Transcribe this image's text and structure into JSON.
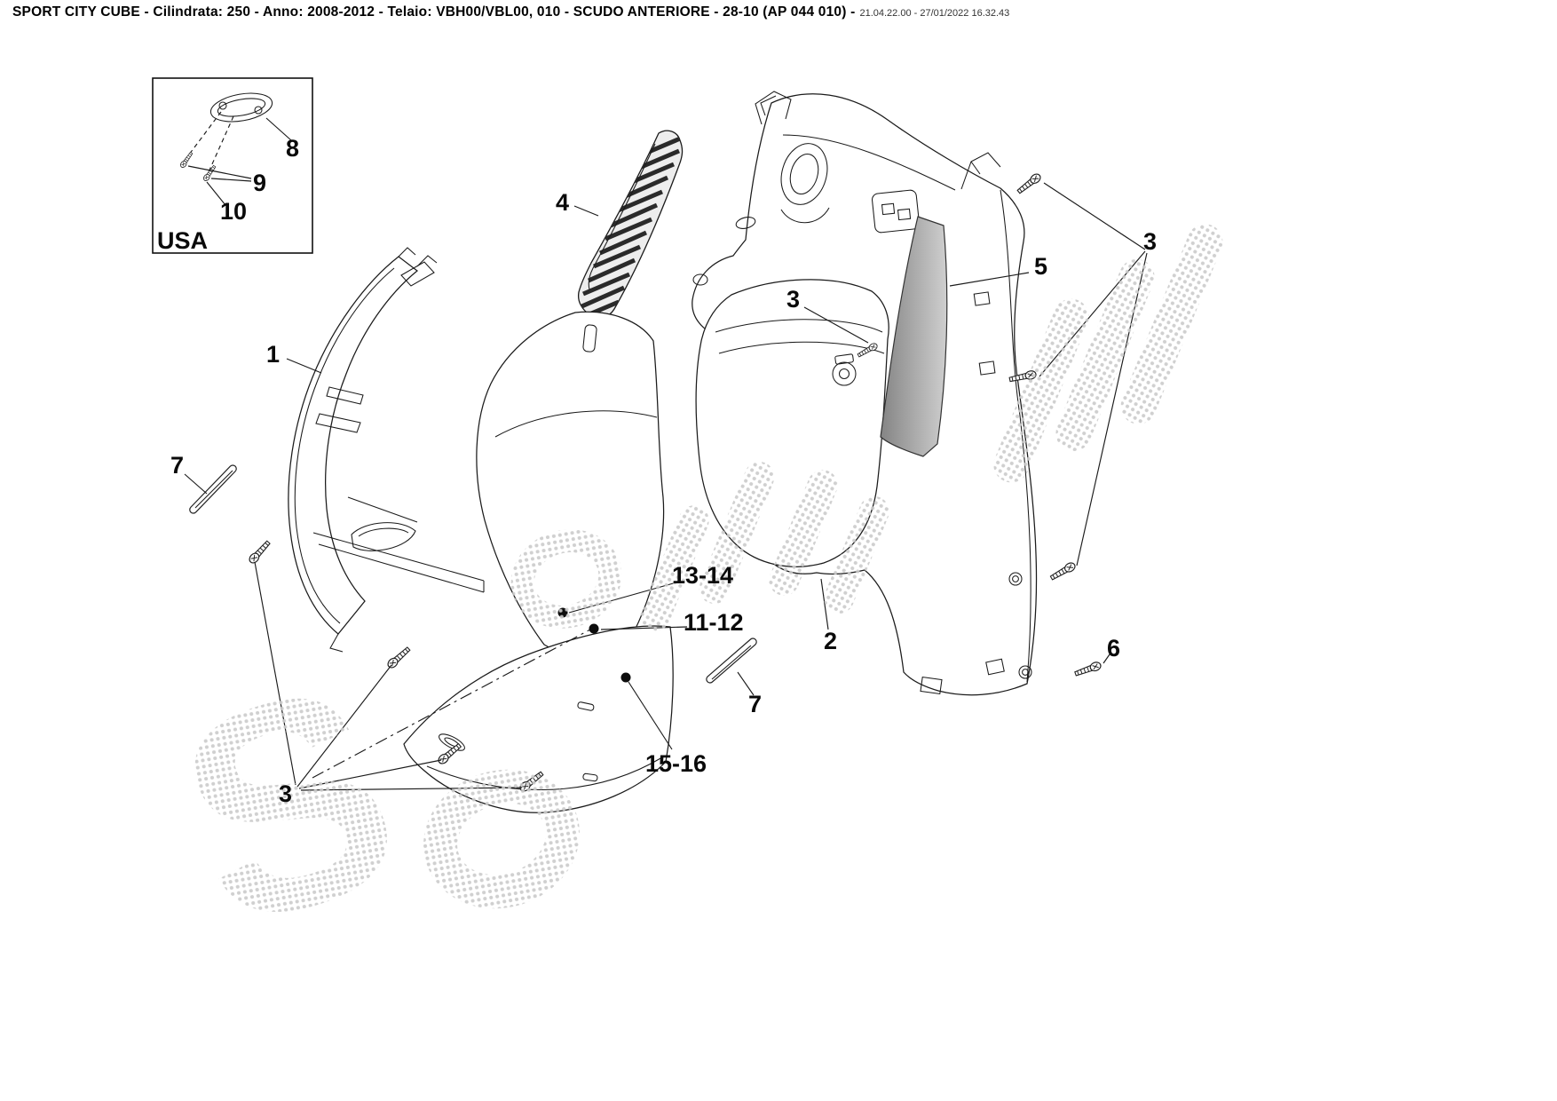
{
  "header": {
    "title": "SPORT CITY CUBE - Cilindrata:  250 - Anno: 2008-2012 - Telaio: VBH00/VBL00, 010 - SCUDO ANTERIORE - 28-10 (AP 044 010) -",
    "timestamp": "21.04.22.00 - 27/01/2022 16.32.43"
  },
  "inset": {
    "label": "USA"
  },
  "callouts": {
    "part1": "1",
    "part2": "2",
    "part3": "3",
    "part4": "4",
    "part5": "5",
    "part6": "6",
    "part7": "7",
    "part8": "8",
    "part9": "9",
    "part10": "10",
    "part11_12": "11-12",
    "part13_14": "13-14",
    "part15_16": "15-16"
  },
  "watermark": {
    "letter": "S"
  },
  "colors": {
    "line": "#1b1b1b",
    "wedge_gradient_dark": "#848484",
    "wedge_gradient_light": "#cfcfcf",
    "watermark_dot": "#cbcbcb",
    "grille_fill": "#ededed"
  }
}
